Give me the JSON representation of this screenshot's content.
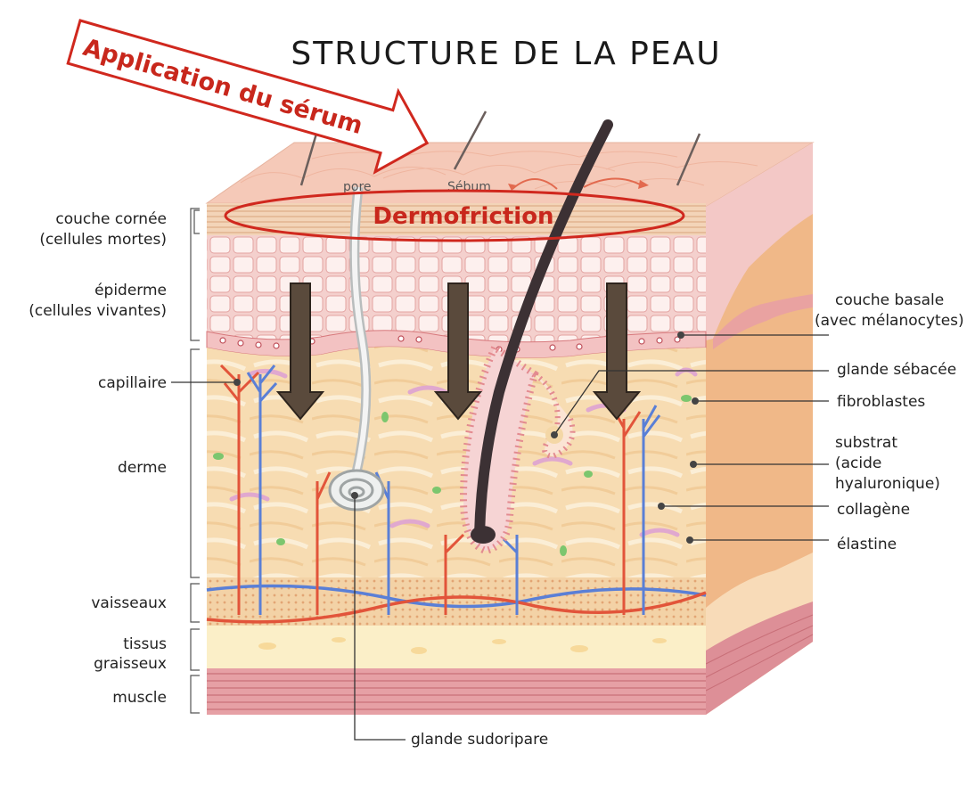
{
  "title": "STRUCTURE DE LA PEAU",
  "annotations": {
    "application": "Application du sérum",
    "dermofriction": "Dermofriction"
  },
  "surface_labels": {
    "pore": "pore",
    "sebum": "Sébum"
  },
  "left_labels": {
    "couche_cornee_1": "couche cornée",
    "couche_cornee_2": "(cellules mortes)",
    "epiderme_1": "épiderme",
    "epiderme_2": "(cellules vivantes)",
    "capillaire": "capillaire",
    "derme": "derme",
    "vaisseaux": "vaisseaux",
    "tissus_1": "tissus",
    "tissus_2": "graisseux",
    "muscle": "muscle"
  },
  "right_labels": {
    "couche_basale_1": "couche basale",
    "couche_basale_2": "(avec mélanocytes)",
    "glande_sebacee": "glande sébacée",
    "fibroblastes": "fibroblastes",
    "substrat_1": "substrat",
    "substrat_2": "(acide",
    "substrat_3": "hyaluronique)",
    "collagene": "collagène",
    "elastine": "élastine"
  },
  "bottom_label": "glande sudoripare",
  "colors": {
    "annotation_red": "#d0281e",
    "arrow_brown": "#5a4a3c",
    "epidermis_pink": "#f2c6c4",
    "dermis_beige": "#f6dcb0",
    "fat_yellow": "#fbefc8",
    "muscle_pink": "#e49aa0",
    "artery_red": "#e2543a",
    "vein_blue": "#5a7fd6"
  }
}
